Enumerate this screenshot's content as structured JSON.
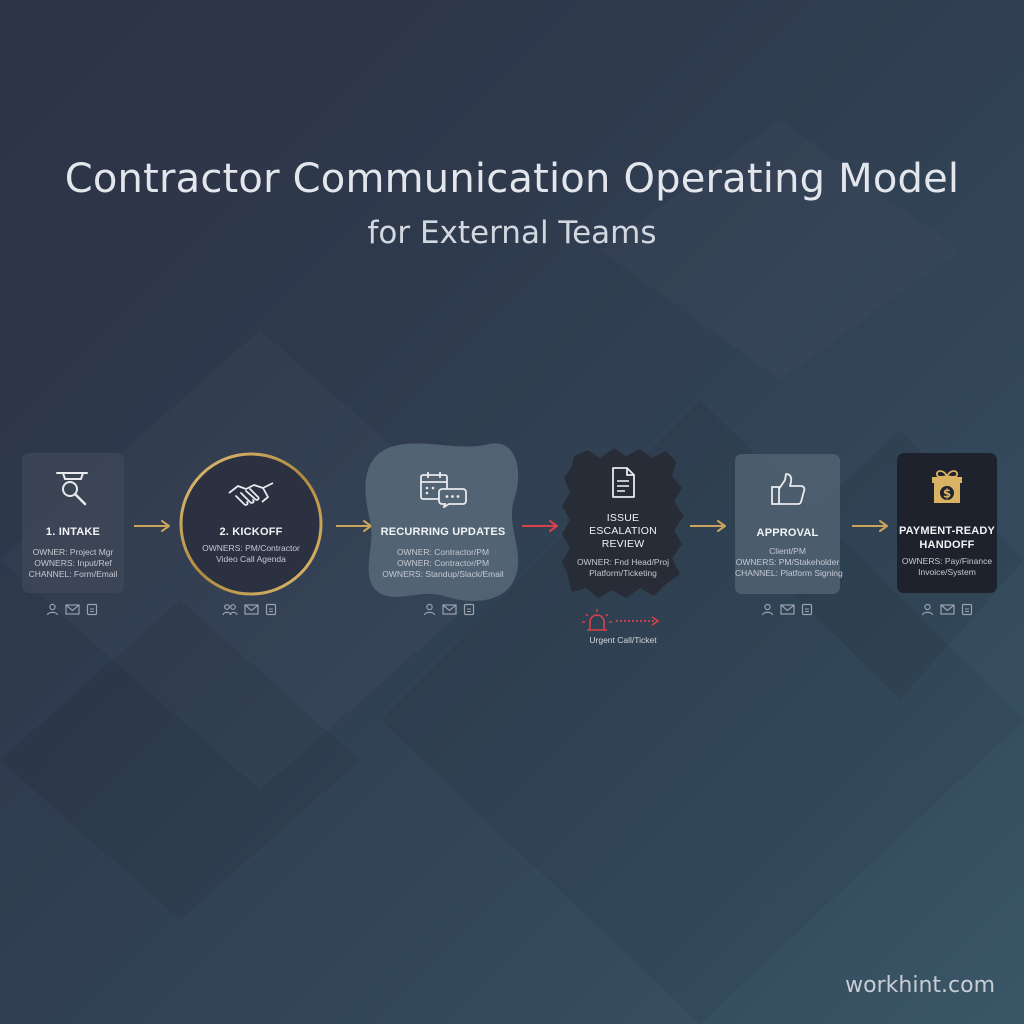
{
  "header": {
    "title": "Contractor Communication Operating Model",
    "subtitle": "for External Teams"
  },
  "steps": [
    {
      "title_lines": [
        "1. INTAKE"
      ],
      "lines": [
        "OWNER: Project Mgr",
        "OWNERS: Input/Ref",
        "CHANNEL: Form/Email"
      ],
      "icon": "search-icon",
      "footer_icons": [
        "person-icon",
        "mail-icon",
        "document-icon"
      ]
    },
    {
      "title_lines": [
        "2. KICKOFF"
      ],
      "lines": [
        "OWNERS: PM/Contractor",
        "Video Call Agenda"
      ],
      "icon": "handshake-icon",
      "footer_icons": [
        "people-icon",
        "mail-icon",
        "document-icon"
      ]
    },
    {
      "title_lines": [
        "RECURRING UPDATES"
      ],
      "lines": [
        "OWNER: Contractor/PM",
        "OWNER: Contractor/PM",
        "OWNERS: Standup/Slack/Email"
      ],
      "icon": "calendar-chat-icon",
      "footer_icons": [
        "person-icon",
        "mail-icon",
        "document-icon"
      ]
    },
    {
      "title_lines": [
        "ISSUE",
        "ESCALATION",
        "REVIEW"
      ],
      "lines": [
        "OWNER: Fnd Head/Proj",
        "Platform/Ticketing"
      ],
      "icon": "document-icon",
      "footer_icons": []
    },
    {
      "title_lines": [
        "APPROVAL"
      ],
      "lines": [
        "Client/PM",
        "OWNERS: PM/Stakeholder",
        "CHANNEL: Platform Signing"
      ],
      "icon": "thumbs-up-icon",
      "footer_icons": [
        "person-icon",
        "mail-icon",
        "document-icon"
      ]
    },
    {
      "title_lines": [
        "PAYMENT-READY",
        "HANDOFF"
      ],
      "lines": [
        "OWNERS: Pay/Finance",
        "Invoice/System"
      ],
      "icon": "gift-dollar-icon",
      "footer_icons": [
        "person-icon",
        "mail-icon",
        "document-icon"
      ]
    }
  ],
  "escalation": {
    "label": "Urgent Call/Ticket",
    "icon": "alarm-icon"
  },
  "watermark": "workhint.com",
  "colors": {
    "accent_gold": "#c9a45a",
    "escalation_red": "#d9424a",
    "background": "#2f3a4d"
  }
}
